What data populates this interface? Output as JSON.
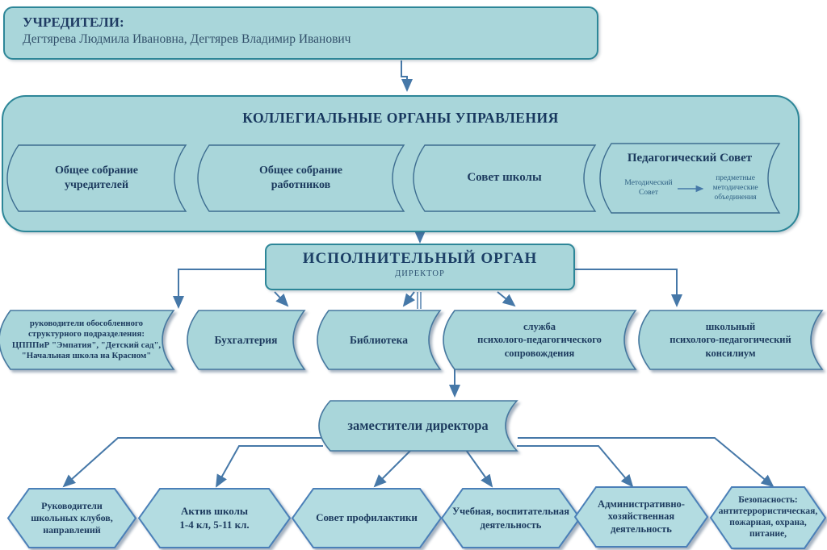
{
  "founders": {
    "title": "УЧРЕДИТЕЛИ:",
    "names": "Дегтярева Людмила Ивановна, Дегтярев Владимир Иванович"
  },
  "collegial": {
    "title": "КОЛЛЕГИАЛЬНЫЕ ОРГАНЫ УПРАВЛЕНИЯ",
    "bodies": [
      "Общее собрание\nучредителей",
      "Общее собрание\nработников",
      "Совет школы"
    ],
    "pedagogical": {
      "title": "Педагогический Совет",
      "left": "Методический\nСовет",
      "right": "предметные\nметодические\nобъединения"
    }
  },
  "executive": {
    "title": "ИСПОЛНИТЕЛЬНЫЙ ОРГАН",
    "subtitle": "ДИРЕКТОР"
  },
  "departments": [
    "руководители обособленного\nструктурного подразделения:\nЦПППиР \"Эмпатия\", \"Детский сад\",\n\"Начальная школа на Красном\"",
    "Бухгалтерия",
    "Библиотека",
    "служба\nпсихолого-педагогического\nсопровождения",
    "школьный\nпсихолого-педагогический\nконсилиум"
  ],
  "deputies": {
    "label": "заместители директора"
  },
  "areas": [
    "Руководители\nшкольных клубов,\nнаправлений",
    "Актив школы\n1-4 кл, 5-11 кл.",
    "Совет профилактики",
    "Учебная, воспитательная\nдеятельность",
    "Административно-\nхозяйственная\nдеятельность",
    "Безопасность:\nантитеррористическая,\nпожарная, охрана,\nпитание,"
  ],
  "colors": {
    "box_fill": "#a9d6da",
    "hex_fill": "#b3dce1",
    "teal_border": "#2d8698",
    "blue_border": "#4b80b8",
    "text_navy": "#1c3a5e",
    "connector": "#4678a8"
  }
}
